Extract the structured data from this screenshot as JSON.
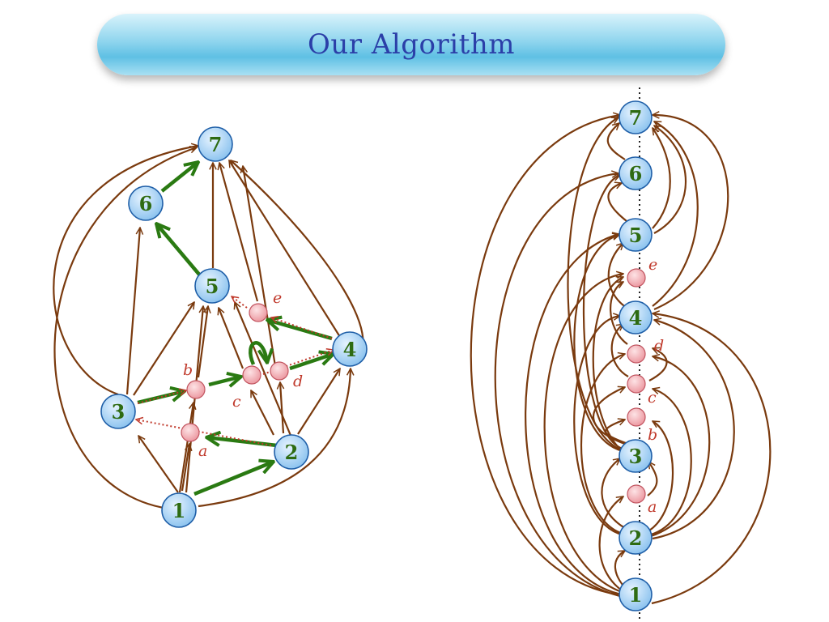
{
  "title": "Our Algorithm",
  "diagram": {
    "main_nodes": [
      "1",
      "2",
      "3",
      "4",
      "5",
      "6",
      "7"
    ],
    "aux_nodes": [
      "a",
      "b",
      "c",
      "d",
      "e"
    ],
    "colors": {
      "edge": "#7a3a0e",
      "highlight_edge": "#2a7a12",
      "dotted_edge": "#c0392b",
      "main_node_fill": "#a9d3f5",
      "aux_node_fill": "#f6b8bd",
      "label": "#2e6b12"
    },
    "layout_right": "vertical-line-embedding"
  }
}
